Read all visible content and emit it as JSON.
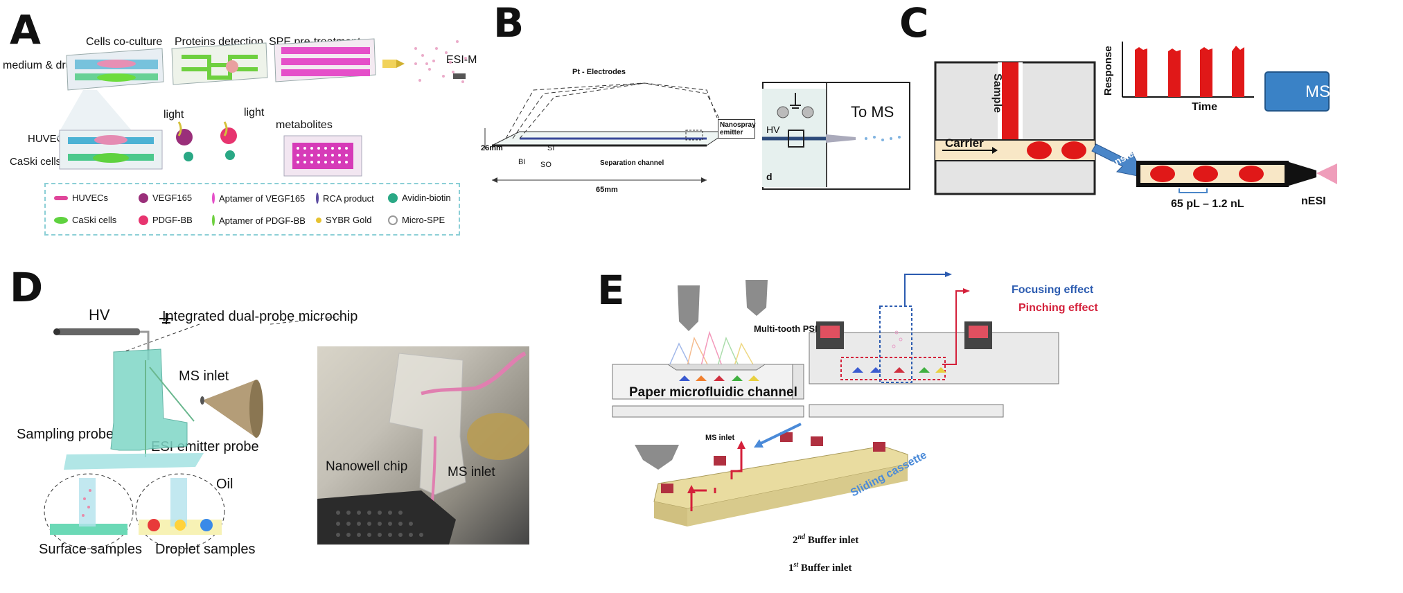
{
  "panels": {
    "A": {
      "letter": "A",
      "stages": [
        "Cells co-culture",
        "Proteins detection",
        "SPE pre-treatment"
      ],
      "esi": "ESI-M",
      "medium": "medium & drug",
      "cells": [
        "HUVECs",
        "CaSki cells"
      ],
      "light": "light",
      "metabolites": "metabolites",
      "legend": [
        "HUVECs",
        "VEGF165",
        "Aptamer of VEGF165",
        "RCA product",
        "Avidin-biotin",
        "CaSki cells",
        "PDGF-BB",
        "Aptamer of PDGF-BB",
        "SYBR Gold",
        "Micro-SPE"
      ]
    },
    "B": {
      "letter": "B",
      "electrodes": "Pt - Electrodes",
      "nanospray": "Nanospray emitter",
      "width": "26mm",
      "length": "65mm",
      "ports": [
        "BI",
        "SI",
        "SO"
      ],
      "channel": "Separation channel",
      "hv": "HV",
      "to_ms": "To MS",
      "d": "d"
    },
    "C": {
      "letter": "C",
      "sample": "Sample",
      "carrier": "Carrier",
      "response": "Response",
      "time": "Time",
      "ms": "MS",
      "transfer": "Transfer",
      "volume": "65 pL – 1.2 nL",
      "nesi": "nESI"
    },
    "D": {
      "letter": "D",
      "hv": "HV",
      "title": "Integrated dual-probe microchip",
      "ms_inlet": "MS inlet",
      "sampling_probe": "Sampling probe",
      "esi_probe": "ESI emitter probe",
      "oil": "Oil",
      "surface": "Surface samples",
      "droplet": "Droplet samples",
      "nanowell": "Nanowell chip",
      "ms_inlet_photo": "MS inlet"
    },
    "E": {
      "letter": "E",
      "psi": "Multi-tooth PSI",
      "paper": "Paper microfluidic channel",
      "focusing": "Focusing effect",
      "pinching": "Pinching effect",
      "ms_inlet": "MS inlet",
      "sliding": "Sliding cassette",
      "buffer2": "2nd Buffer inlet",
      "buffer1": "1st Buffer inlet",
      "buffer2_sup": "nd",
      "buffer1_sup": "st",
      "buffer2_num": "2",
      "buffer1_num": "1",
      "buffer_text": "Buffer inlet"
    }
  }
}
